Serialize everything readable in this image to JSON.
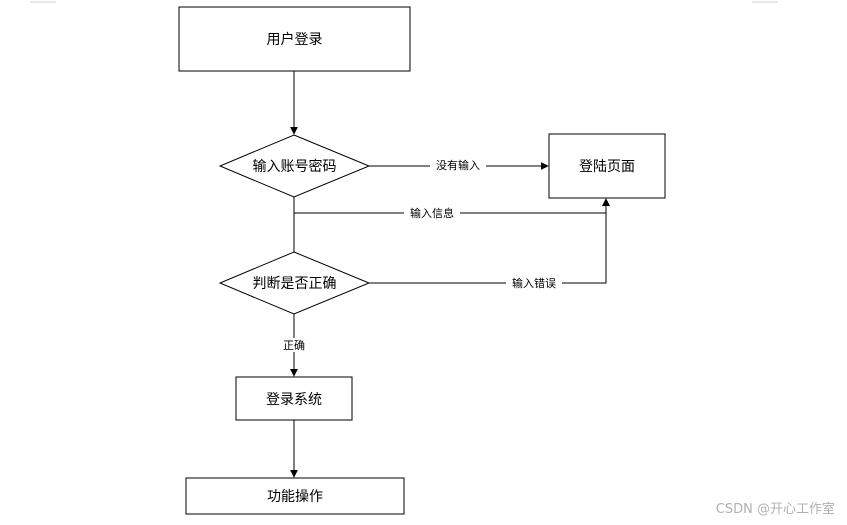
{
  "nodes": {
    "user_login": "用户登录",
    "input_credentials": "输入账号密码",
    "login_page": "登陆页面",
    "check_correct": "判断是否正确",
    "login_system": "登录系统",
    "function_ops": "功能操作"
  },
  "edges": {
    "no_input": "没有输入",
    "input_info": "输入信息",
    "input_error": "输入错误",
    "correct": "正确"
  },
  "watermark": "CSDN @开心工作室"
}
